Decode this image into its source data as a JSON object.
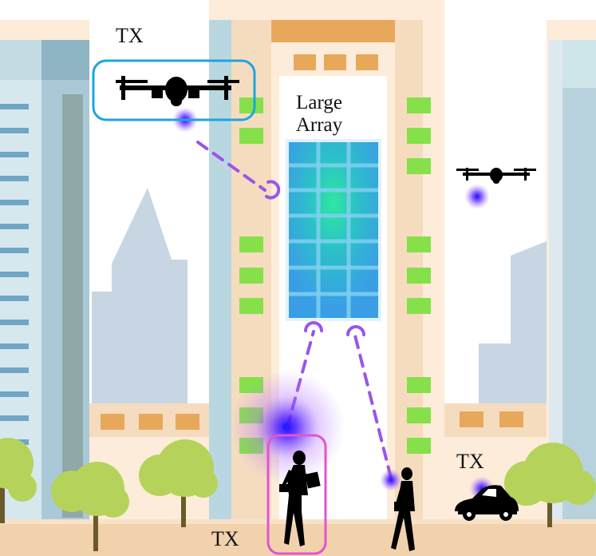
{
  "labels": {
    "tx_drone": "TX",
    "large_array_line1": "Large",
    "large_array_line2": "Array",
    "tx_car": "TX",
    "tx_pedestrian": "TX"
  },
  "colors": {
    "sky": "#ffffff",
    "building_peach": "#f6dcbf",
    "building_light": "#fdecd9",
    "building_tan": "#e8a85c",
    "building_blue": "#b9d7e0",
    "building_blue_dark": "#8eb4c2",
    "window_green": "#86e04a",
    "window_orange": "#e8a85c",
    "array_blue": "#4aa8e0",
    "array_center": "#33d9a0",
    "beam_dashed": "#9a55e8",
    "tx_glow": "#2a1aff",
    "drone_box": "#1aa6e0",
    "pedestrian_box": "#e055d0",
    "tree": "#b5d35a",
    "trunk": "#6b5a2a",
    "ground": "#f2d2ac",
    "silhouette": "#000000"
  },
  "icons": [
    "drone-icon",
    "car-icon",
    "pedestrian-icon",
    "tree-icon",
    "antenna-array-icon"
  ]
}
